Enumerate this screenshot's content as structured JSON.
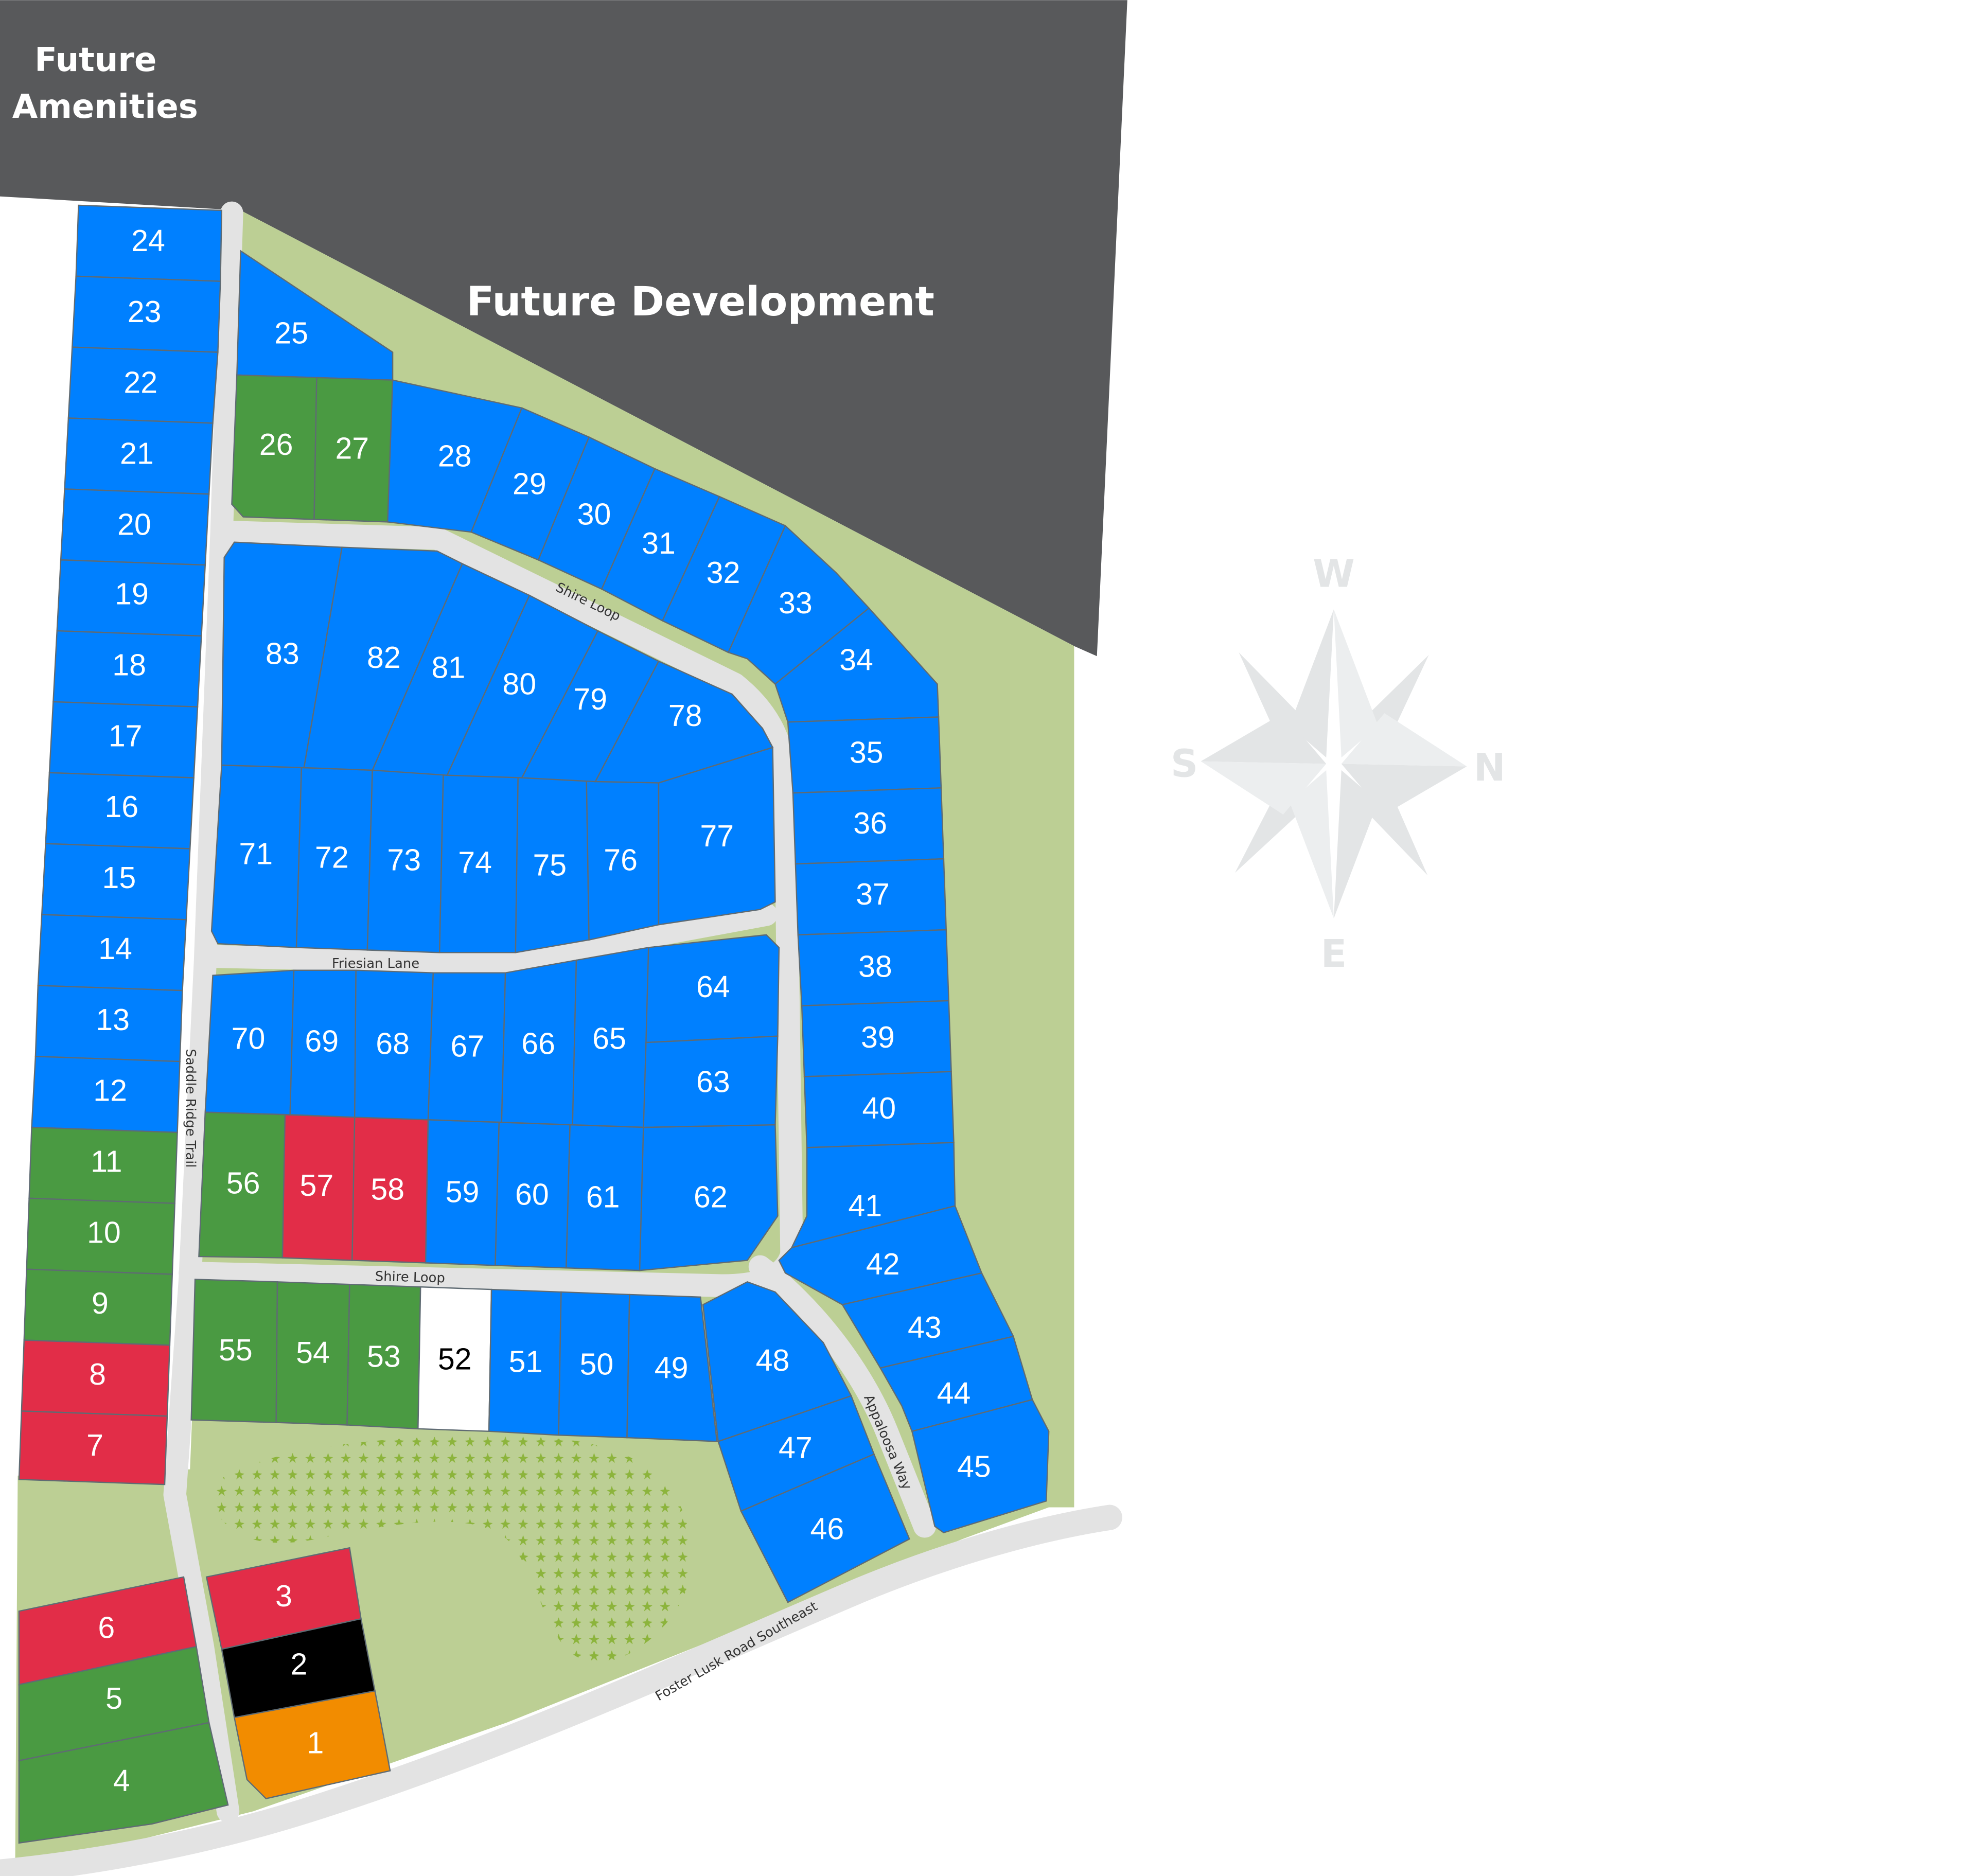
{
  "map": {
    "areas": {
      "future_amenities": [
        "Future",
        "Amenities"
      ],
      "future_development": "Future Development"
    },
    "roads": {
      "saddle_ridge_trail": "Saddle Ridge Trail",
      "shire_loop_north": "Shire Loop",
      "shire_loop_south": "Shire Loop",
      "friesian_lane": "Friesian Lane",
      "appaloosa_way": "Appaloosa Way",
      "foster_lusk": "Foster Lusk Road Southeast"
    },
    "compass": {
      "top": "W",
      "left": "S",
      "right": "N",
      "bottom": "E"
    },
    "status_colors": {
      "available": "#0080ff",
      "green": "#4a9a42",
      "sold": "#e22d48",
      "black": "#000000",
      "orange": "#f28c00",
      "white": "#ffffff"
    },
    "colors": {
      "future_area": "#58595b",
      "open_space": "#bccf94",
      "road": "#e3e3e3",
      "compass": "#e3e5e6"
    },
    "lots": {
      "1": {
        "label": "1",
        "status": "orange"
      },
      "2": {
        "label": "2",
        "status": "black"
      },
      "3": {
        "label": "3",
        "status": "sold"
      },
      "4": {
        "label": "4",
        "status": "green"
      },
      "5": {
        "label": "5",
        "status": "green"
      },
      "6": {
        "label": "6",
        "status": "sold"
      },
      "7": {
        "label": "7",
        "status": "sold"
      },
      "8": {
        "label": "8",
        "status": "sold"
      },
      "9": {
        "label": "9",
        "status": "green"
      },
      "10": {
        "label": "10",
        "status": "green"
      },
      "11": {
        "label": "11",
        "status": "green"
      },
      "12": {
        "label": "12",
        "status": "available"
      },
      "13": {
        "label": "13",
        "status": "available"
      },
      "14": {
        "label": "14",
        "status": "available"
      },
      "15": {
        "label": "15",
        "status": "available"
      },
      "16": {
        "label": "16",
        "status": "available"
      },
      "17": {
        "label": "17",
        "status": "available"
      },
      "18": {
        "label": "18",
        "status": "available"
      },
      "19": {
        "label": "19",
        "status": "available"
      },
      "20": {
        "label": "20",
        "status": "available"
      },
      "21": {
        "label": "21",
        "status": "available"
      },
      "22": {
        "label": "22",
        "status": "available"
      },
      "23": {
        "label": "23",
        "status": "available"
      },
      "24": {
        "label": "24",
        "status": "available"
      },
      "25": {
        "label": "25",
        "status": "available"
      },
      "26": {
        "label": "26",
        "status": "green"
      },
      "27": {
        "label": "27",
        "status": "green"
      },
      "28": {
        "label": "28",
        "status": "available"
      },
      "29": {
        "label": "29",
        "status": "available"
      },
      "30": {
        "label": "30",
        "status": "available"
      },
      "31": {
        "label": "31",
        "status": "available"
      },
      "32": {
        "label": "32",
        "status": "available"
      },
      "33": {
        "label": "33",
        "status": "available"
      },
      "34": {
        "label": "34",
        "status": "available"
      },
      "35": {
        "label": "35",
        "status": "available"
      },
      "36": {
        "label": "36",
        "status": "available"
      },
      "37": {
        "label": "37",
        "status": "available"
      },
      "38": {
        "label": "38",
        "status": "available"
      },
      "39": {
        "label": "39",
        "status": "available"
      },
      "40": {
        "label": "40",
        "status": "available"
      },
      "41": {
        "label": "41",
        "status": "available"
      },
      "42": {
        "label": "42",
        "status": "available"
      },
      "43": {
        "label": "43",
        "status": "available"
      },
      "44": {
        "label": "44",
        "status": "available"
      },
      "45": {
        "label": "45",
        "status": "available"
      },
      "46": {
        "label": "46",
        "status": "available"
      },
      "47": {
        "label": "47",
        "status": "available"
      },
      "48": {
        "label": "48",
        "status": "available"
      },
      "49": {
        "label": "49",
        "status": "available"
      },
      "50": {
        "label": "50",
        "status": "available"
      },
      "51": {
        "label": "51",
        "status": "available"
      },
      "52": {
        "label": "52",
        "status": "white"
      },
      "53": {
        "label": "53",
        "status": "green"
      },
      "54": {
        "label": "54",
        "status": "green"
      },
      "55": {
        "label": "55",
        "status": "green"
      },
      "56": {
        "label": "56",
        "status": "green"
      },
      "57": {
        "label": "57",
        "status": "sold"
      },
      "58": {
        "label": "58",
        "status": "sold"
      },
      "59": {
        "label": "59",
        "status": "available"
      },
      "60": {
        "label": "60",
        "status": "available"
      },
      "61": {
        "label": "61",
        "status": "available"
      },
      "62": {
        "label": "62",
        "status": "available"
      },
      "63": {
        "label": "63",
        "status": "available"
      },
      "64": {
        "label": "64",
        "status": "available"
      },
      "65": {
        "label": "65",
        "status": "available"
      },
      "66": {
        "label": "66",
        "status": "available"
      },
      "67": {
        "label": "67",
        "status": "available"
      },
      "68": {
        "label": "68",
        "status": "available"
      },
      "69": {
        "label": "69",
        "status": "available"
      },
      "70": {
        "label": "70",
        "status": "available"
      },
      "71": {
        "label": "71",
        "status": "available"
      },
      "72": {
        "label": "72",
        "status": "available"
      },
      "73": {
        "label": "73",
        "status": "available"
      },
      "74": {
        "label": "74",
        "status": "available"
      },
      "75": {
        "label": "75",
        "status": "available"
      },
      "76": {
        "label": "76",
        "status": "available"
      },
      "77": {
        "label": "77",
        "status": "available"
      },
      "78": {
        "label": "78",
        "status": "available"
      },
      "79": {
        "label": "79",
        "status": "available"
      },
      "80": {
        "label": "80",
        "status": "available"
      },
      "81": {
        "label": "81",
        "status": "available"
      },
      "82": {
        "label": "82",
        "status": "available"
      },
      "83": {
        "label": "83",
        "status": "available"
      }
    }
  }
}
